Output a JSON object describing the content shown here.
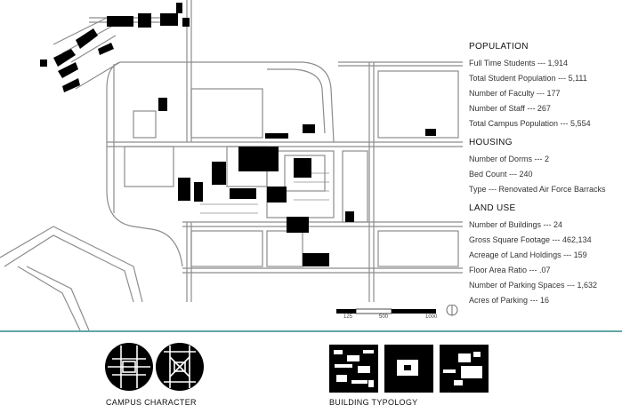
{
  "population": {
    "title": "POPULATION",
    "items": [
      "Full Time Students --- 1,914",
      "Total Student Population --- 5,111",
      "Number of Faculty --- 177",
      "Number of Staff --- 267",
      "Total Campus Population --- 5,554"
    ]
  },
  "housing": {
    "title": "HOUSING",
    "items": [
      "Number of Dorms --- 2",
      "Bed Count --- 240",
      "Type --- Renovated Air Force Barracks"
    ]
  },
  "land_use": {
    "title": "LAND USE",
    "items": [
      "Number of Buildings --- 24",
      "Gross Square Footage --- 462,134",
      "Acreage of Land Holdings --- 159",
      "Floor Area Ratio --- .07",
      "Number of Parking Spaces --- 1,632",
      "Acres of Parking --- 16"
    ]
  },
  "scale": {
    "labels": [
      "125",
      "500",
      "1000"
    ]
  },
  "captions": {
    "campus_character": "CAMPUS CHARACTER",
    "building_typology": "BUILDING TYPOLOGY"
  },
  "colors": {
    "accent_line": "#5fa7a3",
    "building": "#000000",
    "road": "#9a9a9a"
  }
}
